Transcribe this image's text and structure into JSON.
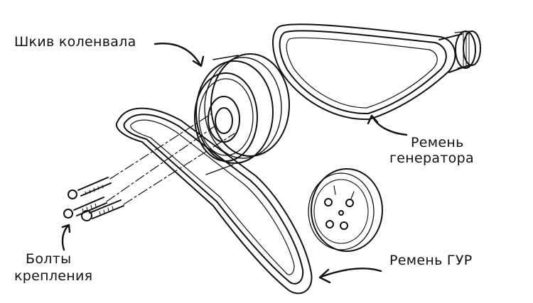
{
  "labels": {
    "crankshaft_pulley": "Шкив коленвала",
    "alternator_belt_line1": "Ремень",
    "alternator_belt_line2": "генератора",
    "bolts_line1": "Болты",
    "bolts_line2": "крепления",
    "power_steering_belt": "Ремень ГУР"
  },
  "colors": {
    "line": "#111111",
    "background": "#ffffff"
  }
}
